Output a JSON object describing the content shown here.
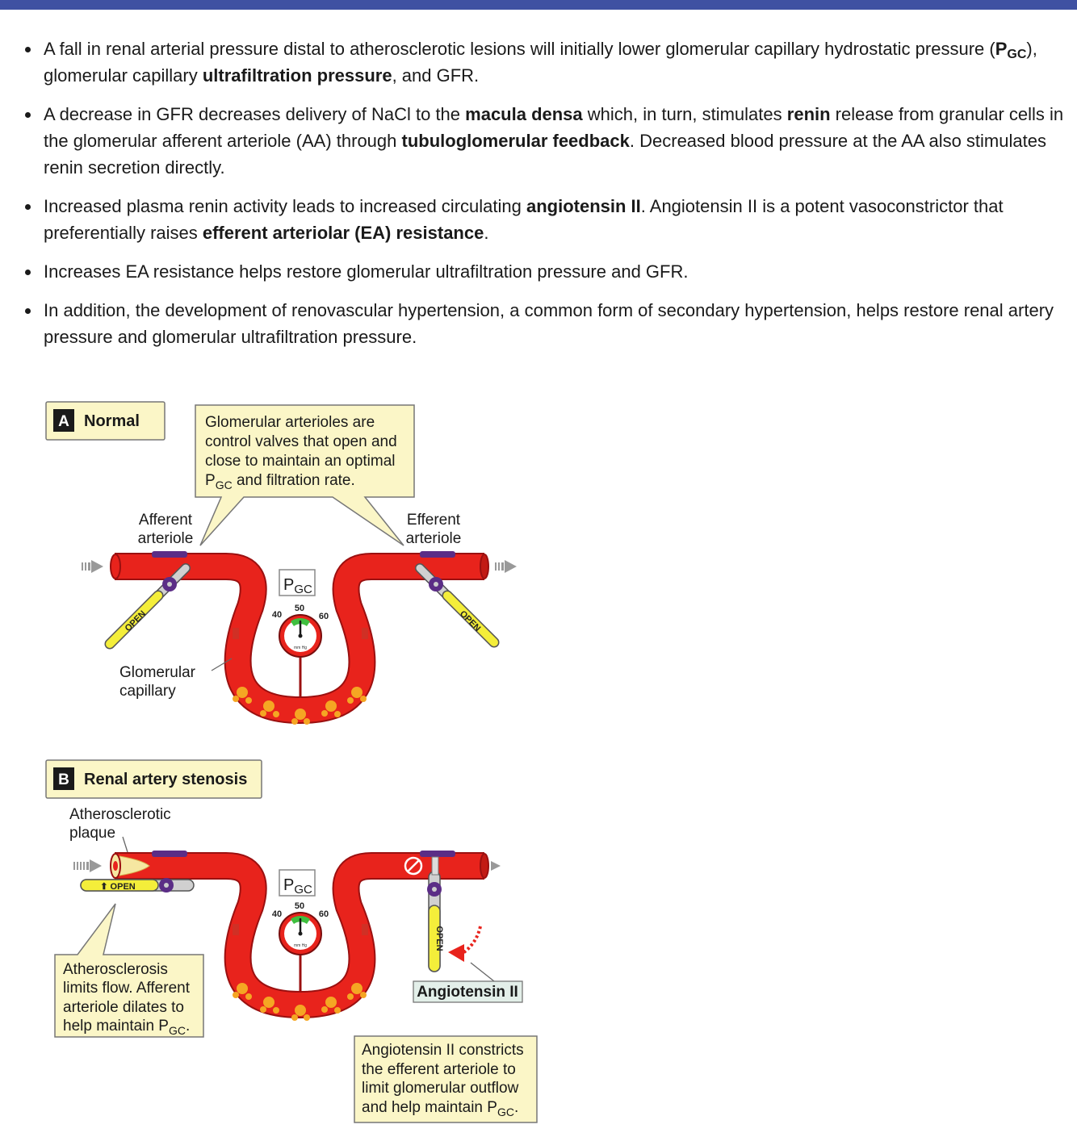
{
  "bullets": [
    {
      "segments": [
        {
          "text": "A fall in renal arterial pressure distal to atherosclerotic lesions will initially lower glomerular capillary hydrostatic pressure (",
          "bold": false
        },
        {
          "text": "P",
          "bold": true
        },
        {
          "text": "GC",
          "bold": true,
          "sub": true
        },
        {
          "text": "), glomerular capillary ",
          "bold": false
        },
        {
          "text": "ultrafiltration pressure",
          "bold": true
        },
        {
          "text": ", and GFR.",
          "bold": false
        }
      ]
    },
    {
      "segments": [
        {
          "text": "A decrease in GFR decreases delivery of NaCl to the ",
          "bold": false
        },
        {
          "text": "macula densa",
          "bold": true
        },
        {
          "text": " which, in turn, stimulates ",
          "bold": false
        },
        {
          "text": "renin",
          "bold": true
        },
        {
          "text": " release from granular cells in the glomerular afferent arteriole (AA) through ",
          "bold": false
        },
        {
          "text": "tubuloglomerular feedback",
          "bold": true
        },
        {
          "text": ". Decreased blood pressure at the AA also stimulates renin secretion directly.",
          "bold": false
        }
      ]
    },
    {
      "segments": [
        {
          "text": "Increased plasma renin activity leads to increased circulating ",
          "bold": false
        },
        {
          "text": "angiotensin II",
          "bold": true
        },
        {
          "text": ". Angiotensin II is a potent vasoconstrictor that preferentially raises ",
          "bold": false
        },
        {
          "text": "efferent arteriolar (EA) resistance",
          "bold": true
        },
        {
          "text": ".",
          "bold": false
        }
      ]
    },
    {
      "segments": [
        {
          "text": "Increases EA resistance helps restore glomerular ultrafiltration pressure and GFR.",
          "bold": false
        }
      ]
    },
    {
      "segments": [
        {
          "text": "In addition, the development of renovascular hypertension, a common form of secondary hypertension, helps restore renal artery pressure and glomerular ultrafiltration pressure.",
          "bold": false
        }
      ]
    }
  ],
  "panelA": {
    "letter": "A",
    "title": "Normal",
    "callout": [
      "Glomerular arterioles are",
      "control valves that open and",
      "close to maintain an optimal"
    ],
    "callout_last_prefix": "P",
    "callout_last_sub": "GC",
    "callout_last_suffix": " and filtration rate.",
    "afferent": [
      "Afferent",
      "arteriole"
    ],
    "efferent": [
      "Efferent",
      "arteriole"
    ],
    "capillary": [
      "Glomerular",
      "capillary"
    ],
    "gauge_p": "P",
    "gauge_sub": "GC",
    "gauge_low": "40",
    "gauge_mid": "50",
    "gauge_high": "60",
    "gauge_unit": "mm Hg",
    "gauge_value": 50,
    "valve_left": "OPEN",
    "valve_right": "OPEN"
  },
  "panelB": {
    "letter": "B",
    "title": "Renal artery stenosis",
    "plaque": [
      "Atherosclerotic",
      "plaque"
    ],
    "callout_left": [
      "Atherosclerosis",
      "limits flow. Afferent",
      "arteriole dilates to"
    ],
    "callout_left_last_prefix": "help maintain P",
    "callout_left_last_sub": "GC",
    "callout_left_last_suffix": ".",
    "angiotensin_label": "Angiotensin II",
    "callout_right": [
      "Angiotensin II constricts",
      "the efferent arteriole to",
      "limit glomerular outflow"
    ],
    "callout_right_last_prefix": "and help maintain P",
    "callout_right_last_sub": "GC",
    "callout_right_last_suffix": ".",
    "gauge_p": "P",
    "gauge_sub": "GC",
    "gauge_low": "40",
    "gauge_mid": "50",
    "gauge_high": "60",
    "gauge_unit": "mm Hg",
    "gauge_value": 50,
    "valve_left": "OPEN",
    "valve_right": "OPEN"
  },
  "colors": {
    "vessel": "#e8231c",
    "vessel_dark": "#9b1010",
    "callout_fill": "#fbf6c7",
    "label_box_fill": "#e3efe9",
    "valve_handle": "#f4ee3a",
    "clamp": "#5b2d86",
    "header_bar": "#3f51a2",
    "filtrate": "#f5a623"
  }
}
